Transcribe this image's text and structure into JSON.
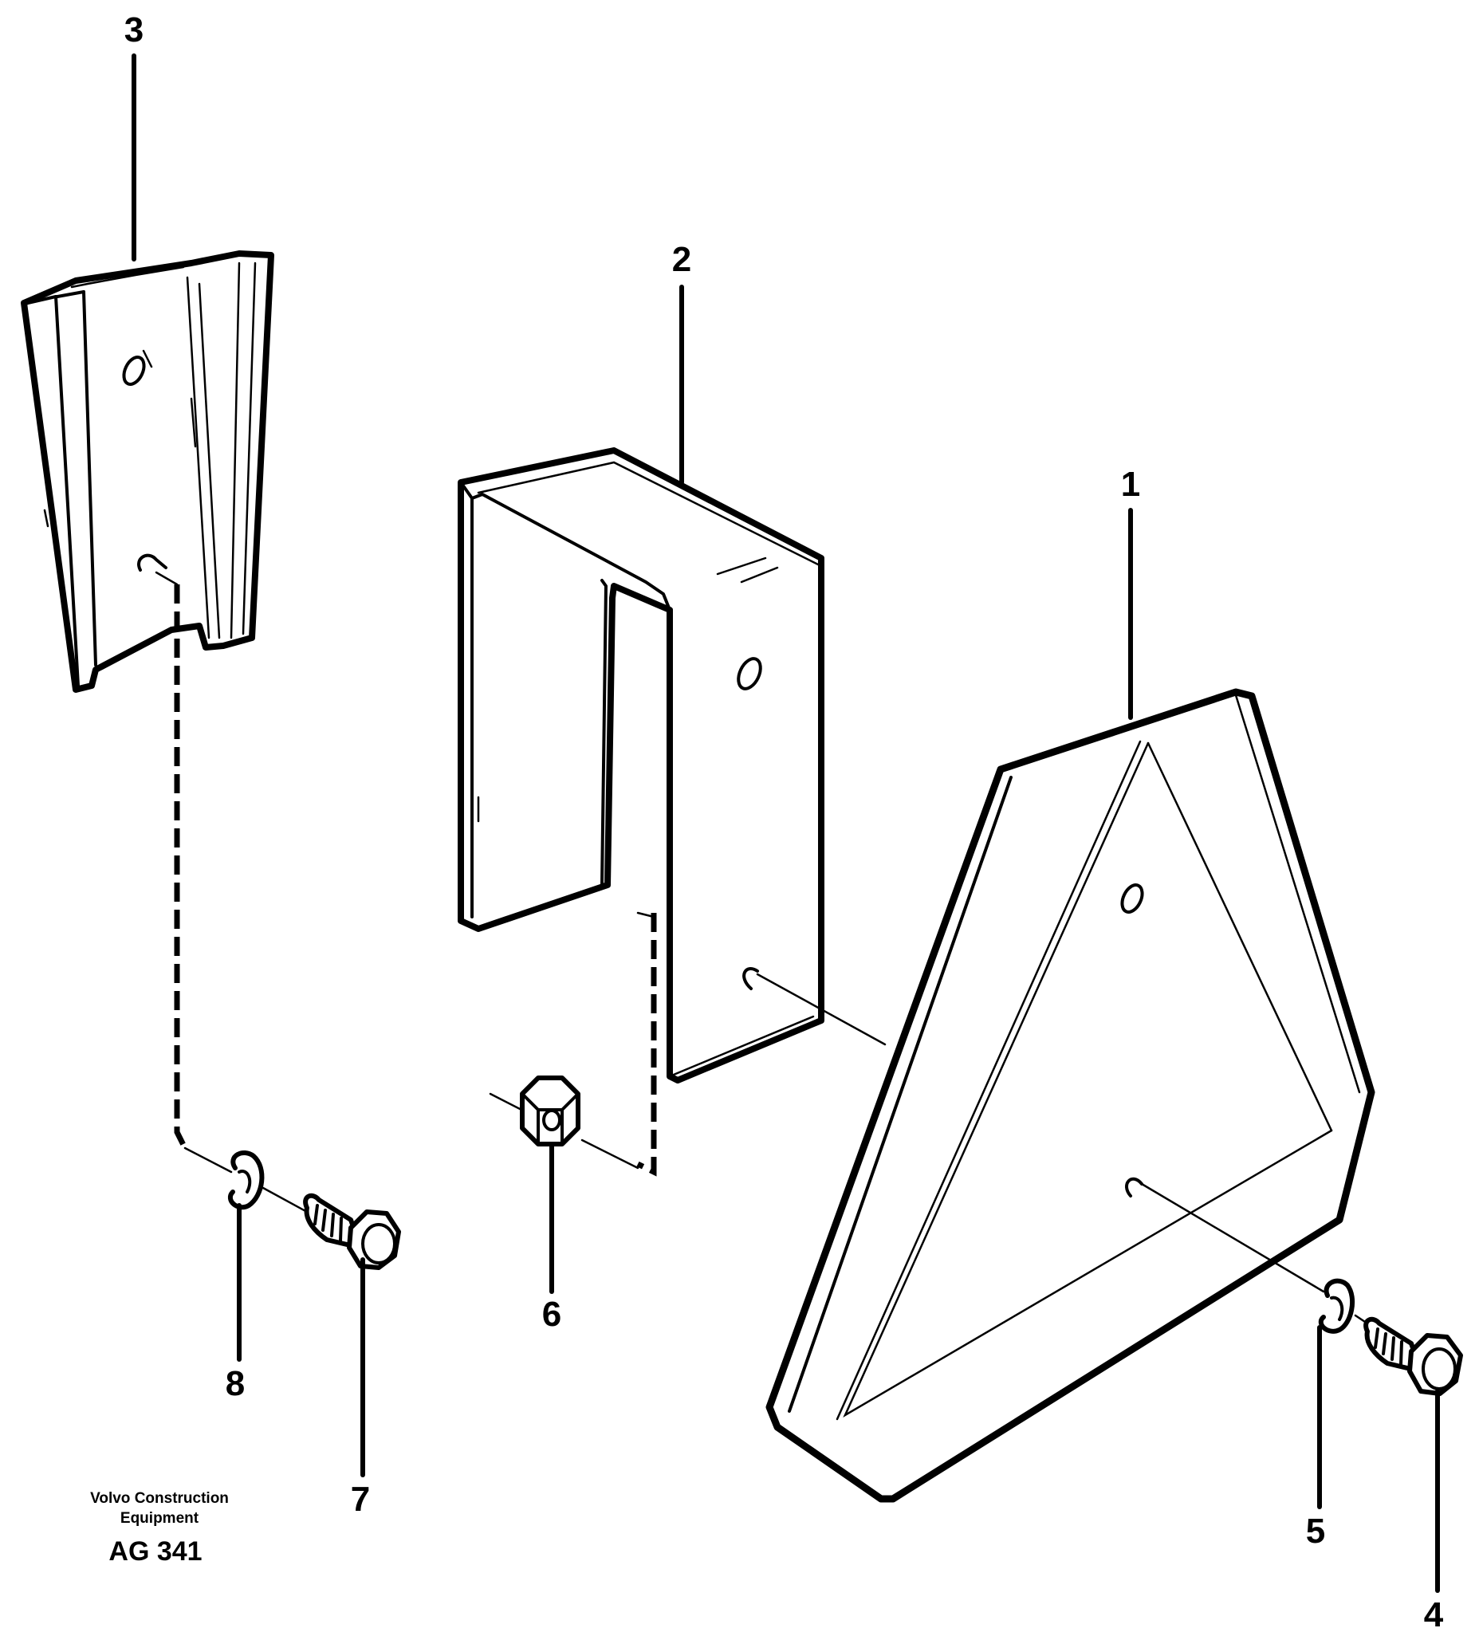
{
  "callouts": {
    "c1": "1",
    "c2": "2",
    "c3": "3",
    "c4": "4",
    "c5": "5",
    "c6": "6",
    "c7": "7",
    "c8": "8"
  },
  "credit": {
    "line1": "Volvo Construction",
    "line2": "Equipment",
    "code": "AG 341"
  }
}
